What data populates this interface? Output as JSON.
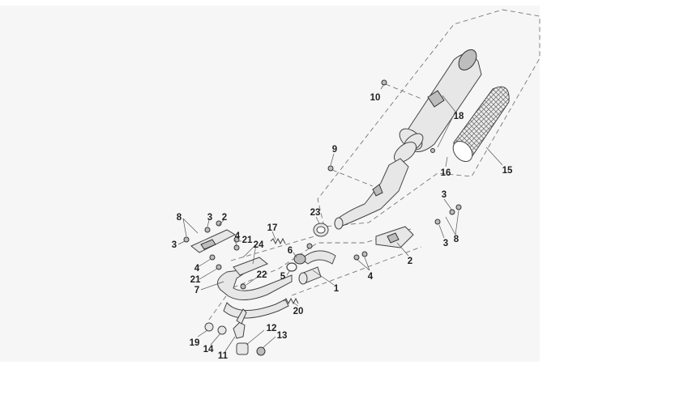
{
  "diagram": {
    "callouts": [
      "8",
      "3",
      "2",
      "3",
      "4",
      "4",
      "21",
      "24",
      "21",
      "7",
      "17",
      "23",
      "6",
      "5",
      "22",
      "1",
      "20",
      "19",
      "14",
      "11",
      "12",
      "13",
      "9",
      "10",
      "18",
      "16",
      "15",
      "3",
      "8",
      "3",
      "2",
      "4"
    ]
  }
}
